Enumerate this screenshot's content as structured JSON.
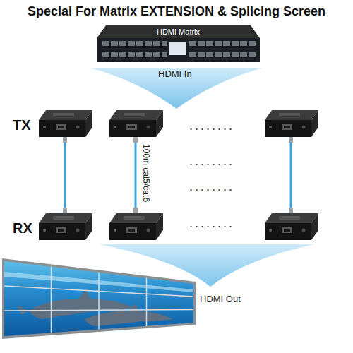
{
  "diagram": {
    "title": "Special For Matrix EXTENSION & Splicing Screen",
    "nodes": [
      {
        "text": [
          "HDMI Matrix"
        ]
      }
    ],
    "labels": [
      "HDMI In",
      "TX",
      "RX",
      "100m cat5/cat6",
      "........",
      "........",
      "........",
      "........",
      "HDMI Out"
    ]
  }
}
